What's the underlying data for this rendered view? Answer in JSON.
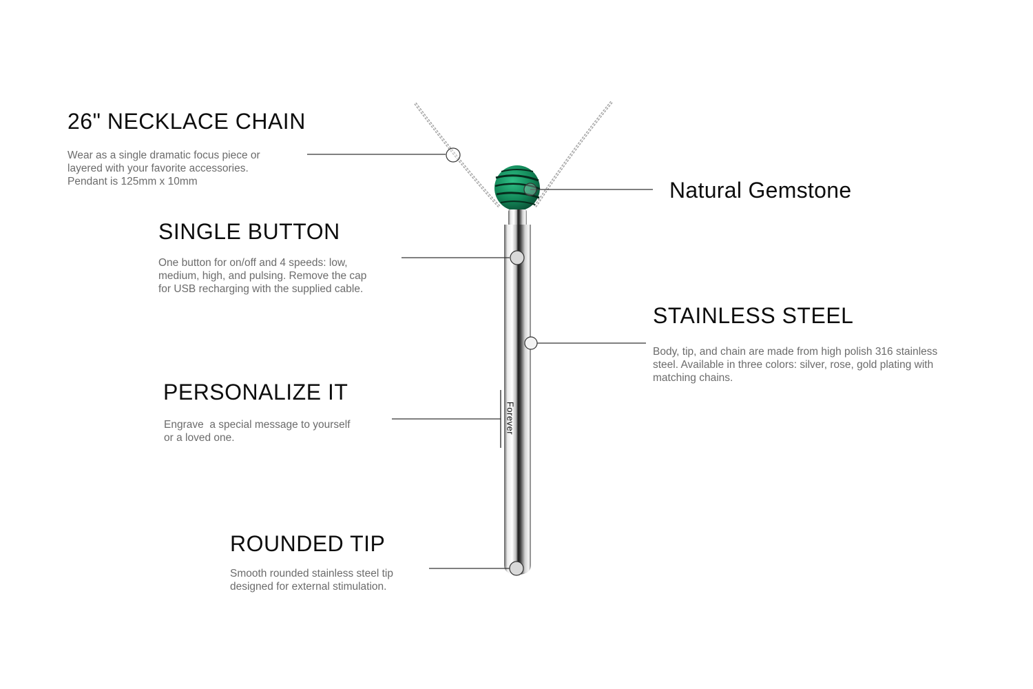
{
  "callouts": {
    "chain": {
      "title": "26\" NECKLACE CHAIN",
      "lines": [
        "Wear as a single dramatic focus piece or",
        "layered with your favorite accessories.",
        "Pendant is 125mm x 10mm"
      ]
    },
    "gemstone": {
      "title": "Natural Gemstone"
    },
    "button": {
      "title": "SINGLE BUTTON",
      "lines": [
        "One button for on/off and 4 speeds: low,",
        "medium, high, and pulsing. Remove the cap",
        "for USB recharging with the supplied cable."
      ]
    },
    "steel": {
      "title": "STAINLESS STEEL",
      "lines": [
        "Body, tip, and chain are made from high polish 316 stainless",
        "steel. Available in three colors: silver, rose, gold plating with",
        "matching chains."
      ]
    },
    "personalize": {
      "title": "PERSONALIZE IT",
      "lines": [
        "Engrave  a special message to yourself",
        "or a loved one."
      ]
    },
    "tip": {
      "title": "ROUNDED TIP",
      "lines": [
        "Smooth rounded stainless steel tip",
        "designed for external stimulation."
      ]
    }
  },
  "pendant": {
    "engraving": "Forever",
    "gem_color": "#12855a",
    "metal_color": "#c9c9c9"
  }
}
